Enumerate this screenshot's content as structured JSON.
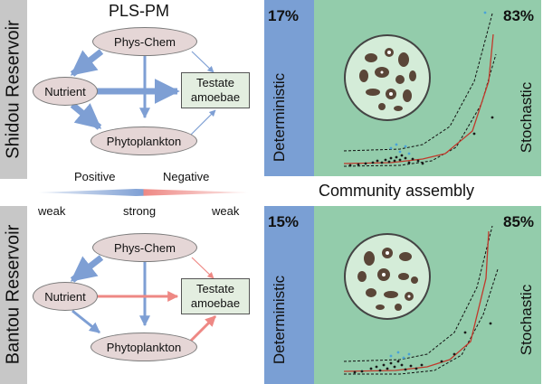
{
  "title": "PLS-PM",
  "reservoirs": {
    "top": "Shidou Reservoir",
    "bottom": "Bantou Reservoir"
  },
  "nodes": {
    "phys_chem": "Phys-Chem",
    "nutrient": "Nutrient",
    "phytoplankton": "Phytoplankton",
    "testate": "Testate\namoebae"
  },
  "legend": {
    "positive": "Positive",
    "negative": "Negative",
    "weak_left": "weak",
    "strong": "strong",
    "weak_right": "weak",
    "positive_color": "#7e9fd4",
    "negative_color": "#ee8884"
  },
  "community_assembly": "Community assembly",
  "panels": {
    "top": {
      "deterministic_pct": "17%",
      "stochastic_pct": "83%"
    },
    "bottom": {
      "deterministic_pct": "15%",
      "stochastic_pct": "85%"
    }
  },
  "process_labels": {
    "deterministic": "Deterministic",
    "stochastic": "Stochastic"
  },
  "colors": {
    "deterministic_bg": "#7a9fd4",
    "stochastic_bg": "#93ccab",
    "fit_line": "#c0392b",
    "node_fill": "#e5d6d6",
    "box_fill": "#e3eee0"
  },
  "pathways": {
    "top": [
      {
        "from": "phys_chem",
        "to": "nutrient",
        "sign": "positive",
        "strength": "strong"
      },
      {
        "from": "phys_chem",
        "to": "phytoplankton",
        "sign": "positive",
        "strength": "medium"
      },
      {
        "from": "phys_chem",
        "to": "testate",
        "sign": "positive",
        "strength": "weak"
      },
      {
        "from": "nutrient",
        "to": "testate",
        "sign": "positive",
        "strength": "strong"
      },
      {
        "from": "nutrient",
        "to": "phytoplankton",
        "sign": "positive",
        "strength": "strong"
      },
      {
        "from": "phytoplankton",
        "to": "testate",
        "sign": "positive",
        "strength": "weak"
      }
    ],
    "bottom": [
      {
        "from": "phys_chem",
        "to": "nutrient",
        "sign": "positive",
        "strength": "strong"
      },
      {
        "from": "phys_chem",
        "to": "phytoplankton",
        "sign": "positive",
        "strength": "medium"
      },
      {
        "from": "phys_chem",
        "to": "testate",
        "sign": "negative",
        "strength": "weak"
      },
      {
        "from": "nutrient",
        "to": "testate",
        "sign": "negative",
        "strength": "medium"
      },
      {
        "from": "nutrient",
        "to": "phytoplankton",
        "sign": "positive",
        "strength": "medium"
      },
      {
        "from": "phytoplankton",
        "to": "testate",
        "sign": "negative",
        "strength": "medium"
      }
    ]
  }
}
